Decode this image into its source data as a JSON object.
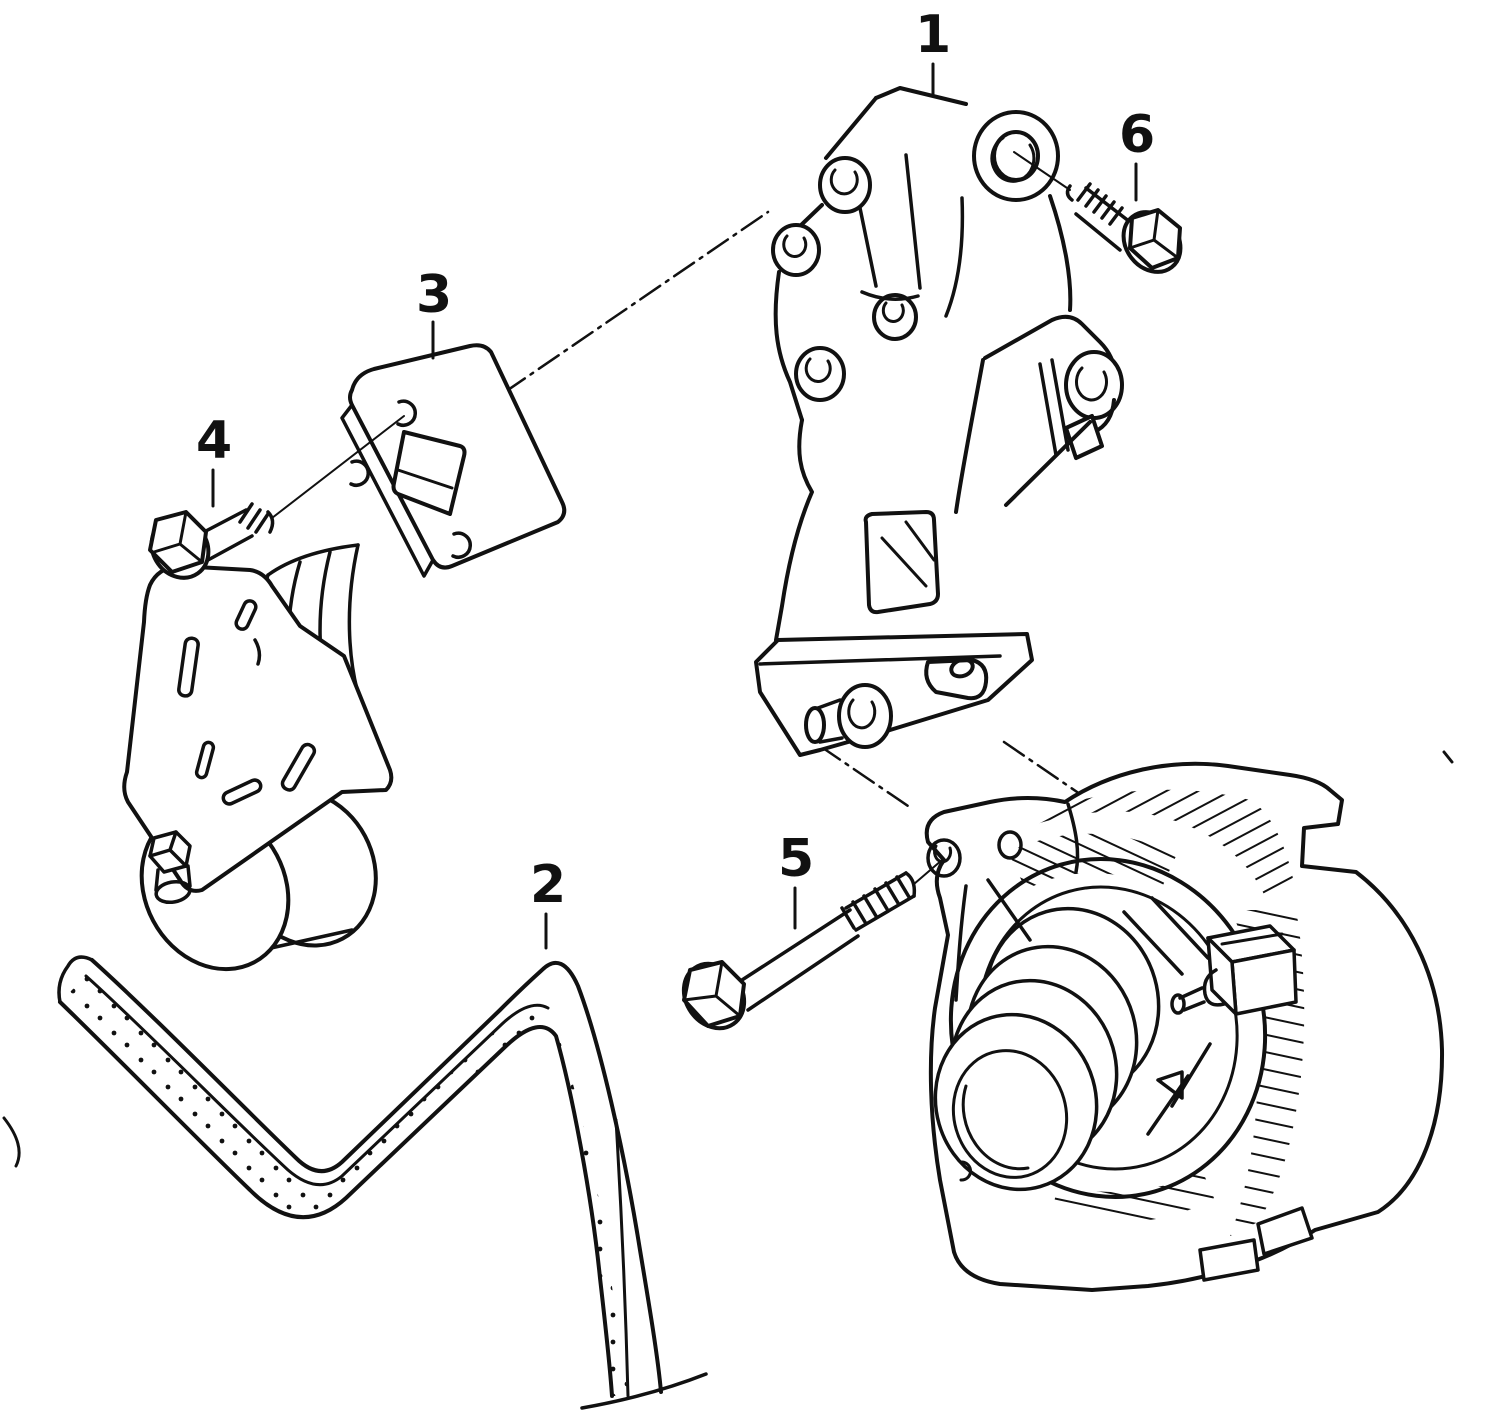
{
  "figure": {
    "background_color": "#ffffff",
    "line_color": "#111111",
    "type": "exploded-parts-diagram"
  },
  "callouts": [
    {
      "number": "1",
      "name": "mounting-bracket"
    },
    {
      "number": "2",
      "name": "ribbed-v-belt"
    },
    {
      "number": "3",
      "name": "belt-tensioner"
    },
    {
      "number": "4",
      "name": "tensioner-bolt"
    },
    {
      "number": "5",
      "name": "long-hex-bolt"
    },
    {
      "number": "6",
      "name": "short-hex-bolt"
    }
  ]
}
